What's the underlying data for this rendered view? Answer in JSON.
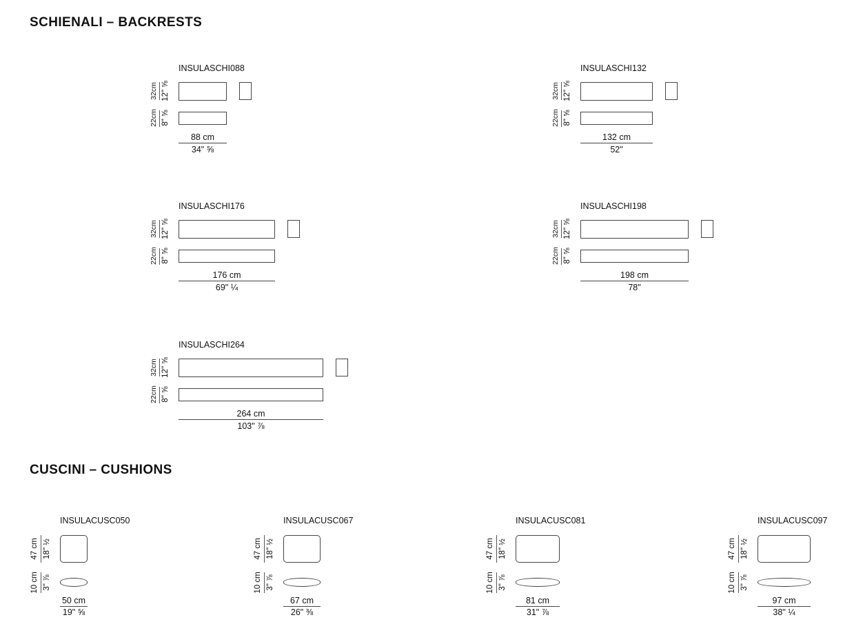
{
  "sections": {
    "backrests_title": "SCHIENALI – BACKRESTS",
    "cushions_title": "CUSCINI – CUSHIONS"
  },
  "backrests": [
    {
      "code": "INSULASCHI088",
      "height_cm": "32cm",
      "height_in": "12\" ⅝",
      "depth_cm": "22cm",
      "depth_in": "8\" ⅝",
      "width_cm": "88 cm",
      "width_in": "34\" ⅝"
    },
    {
      "code": "INSULASCHI132",
      "height_cm": "32cm",
      "height_in": "12\" ⅝",
      "depth_cm": "22cm",
      "depth_in": "8\" ⅝",
      "width_cm": "132 cm",
      "width_in": "52\""
    },
    {
      "code": "INSULASCHI176",
      "height_cm": "32cm",
      "height_in": "12\" ⅝",
      "depth_cm": "22cm",
      "depth_in": "8\" ⅝",
      "width_cm": "176 cm",
      "width_in": "69\" ¼"
    },
    {
      "code": "INSULASCHI198",
      "height_cm": "32cm",
      "height_in": "12\" ⅝",
      "depth_cm": "22cm",
      "depth_in": "8\" ⅝",
      "width_cm": "198 cm",
      "width_in": "78\""
    },
    {
      "code": "INSULASCHI264",
      "height_cm": "32cm",
      "height_in": "12\" ⅝",
      "depth_cm": "22cm",
      "depth_in": "8\" ⅝",
      "width_cm": "264 cm",
      "width_in": "103\" ⅞"
    }
  ],
  "cushions": [
    {
      "code": "INSULACUSC050",
      "height_cm": "47 cm",
      "height_in": "18\" ½",
      "depth_cm": "10 cm",
      "depth_in": "3\" ⅞",
      "width_cm": "50 cm",
      "width_in": "19\" ⅝"
    },
    {
      "code": "INSULACUSC067",
      "height_cm": "47 cm",
      "height_in": "18\" ½",
      "depth_cm": "10 cm",
      "depth_in": "3\" ⅞",
      "width_cm": "67 cm",
      "width_in": "26\" ⅜"
    },
    {
      "code": "INSULACUSC081",
      "height_cm": "47 cm",
      "height_in": "18\" ½",
      "depth_cm": "10 cm",
      "depth_in": "3\" ⅞",
      "width_cm": "81 cm",
      "width_in": "31\" ⅞"
    },
    {
      "code": "INSULACUSC097",
      "height_cm": "47 cm",
      "height_in": "18\" ½",
      "depth_cm": "10 cm",
      "depth_in": "3\" ⅞",
      "width_cm": "97 cm",
      "width_in": "38\" ¼"
    }
  ]
}
